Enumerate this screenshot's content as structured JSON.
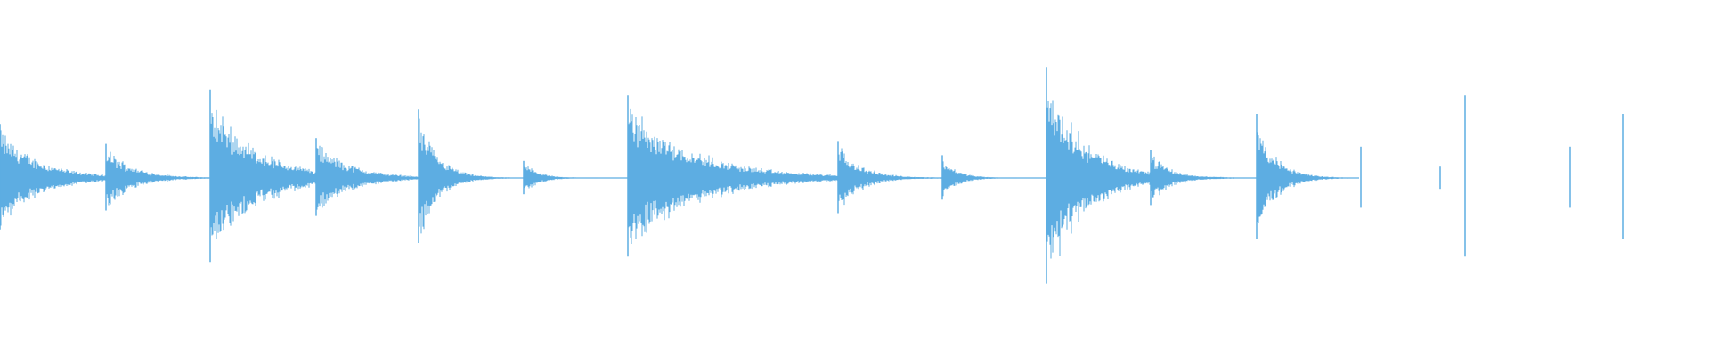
{
  "waveform": {
    "color": "#5dade2",
    "background": "#ffffff",
    "duration_fraction_used": 0.795,
    "transients": [
      {
        "t": 0.0,
        "peak": 0.38,
        "decay": 0.05
      },
      {
        "t": 0.062,
        "peak": 0.24,
        "decay": 0.035
      },
      {
        "t": 0.123,
        "peak": 0.62,
        "decay": 0.06
      },
      {
        "t": 0.185,
        "peak": 0.28,
        "decay": 0.045
      },
      {
        "t": 0.245,
        "peak": 0.48,
        "decay": 0.025
      },
      {
        "t": 0.306,
        "peak": 0.12,
        "decay": 0.02
      },
      {
        "t": 0.367,
        "peak": 0.58,
        "decay": 0.085
      },
      {
        "t": 0.49,
        "peak": 0.26,
        "decay": 0.03
      },
      {
        "t": 0.551,
        "peak": 0.16,
        "decay": 0.02
      },
      {
        "t": 0.612,
        "peak": 0.78,
        "decay": 0.05
      },
      {
        "t": 0.673,
        "peak": 0.2,
        "decay": 0.025
      },
      {
        "t": 0.735,
        "peak": 0.45,
        "decay": 0.025
      },
      {
        "t": 0.796,
        "peak": 0.22,
        "decay": 0.02
      },
      {
        "t": 0.842,
        "peak": 0.08,
        "decay": 0.01
      },
      {
        "t": 0.857,
        "peak": 0.58,
        "decay": 0.055
      },
      {
        "t": 0.918,
        "peak": 0.22,
        "decay": 0.03
      },
      {
        "t": 0.949,
        "peak": 0.45,
        "decay": 0.04
      }
    ]
  }
}
